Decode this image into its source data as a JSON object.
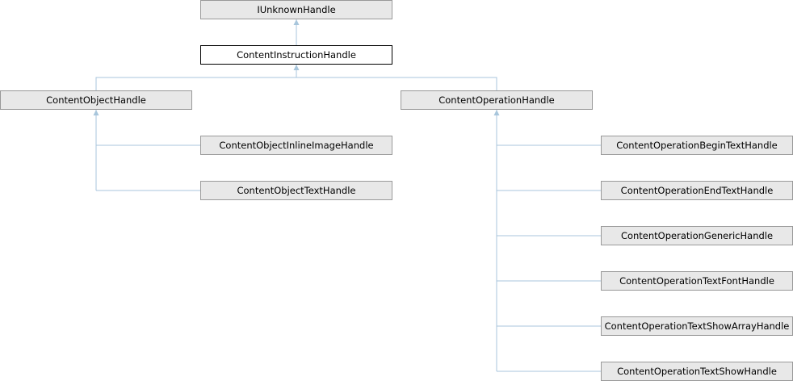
{
  "diagram": {
    "colors": {
      "edge": "#a8c6dc",
      "node_fill": "#e8e8e8",
      "node_border": "#999999",
      "current_fill": "#ffffff",
      "current_border": "#000000"
    },
    "nodes": {
      "iunknown": "IUnknownHandle",
      "instruction": "ContentInstructionHandle",
      "object": "ContentObjectHandle",
      "operation": "ContentOperationHandle",
      "obj_inline": "ContentObjectInlineImageHandle",
      "obj_text": "ContentObjectTextHandle",
      "op_begin": "ContentOperationBeginTextHandle",
      "op_end": "ContentOperationEndTextHandle",
      "op_generic": "ContentOperationGenericHandle",
      "op_font": "ContentOperationTextFontHandle",
      "op_array": "ContentOperationTextShowArrayHandle",
      "op_show": "ContentOperationTextShowHandle"
    },
    "edges": [
      [
        "instruction",
        "iunknown"
      ],
      [
        "object",
        "instruction"
      ],
      [
        "operation",
        "instruction"
      ],
      [
        "obj_inline",
        "object"
      ],
      [
        "obj_text",
        "object"
      ],
      [
        "op_begin",
        "operation"
      ],
      [
        "op_end",
        "operation"
      ],
      [
        "op_generic",
        "operation"
      ],
      [
        "op_font",
        "operation"
      ],
      [
        "op_array",
        "operation"
      ],
      [
        "op_show",
        "operation"
      ]
    ]
  }
}
